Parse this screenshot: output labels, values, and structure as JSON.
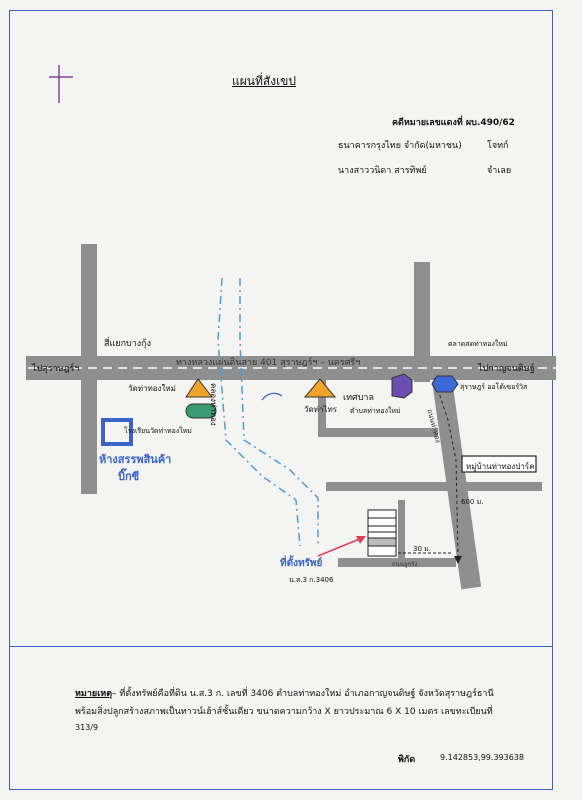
{
  "header": {
    "title": "แผนที่สังเขป",
    "case_number": "คดีหมายเลขแดงที่ ผบ.490/62",
    "bank": "ธนาคารกรุงไทย จำกัด(มหาชน)",
    "bank_role": "โจทก์",
    "person": "นางสาววนิดา สารทิพย์",
    "person_role": "จำเลย"
  },
  "map": {
    "left_road": "ไปสุราษฎร์ฯ",
    "main_road": "ทางหลวงแผ่นดินสาย 401 สุราษฎร์ฯ – นครศรีฯ",
    "right_road": "ไปกาญจนดิษฐ์",
    "intersection": "สี่แยกบางกุ้ง",
    "temple_1": "วัดท่าทองใหม่",
    "school": "โรงเรียนวัดท่าทองใหม่",
    "canal": "คลองท่าทอง",
    "temple_2": "วัดท่าไทร",
    "municipality": "เทศบาล",
    "subdistrict": "ตำบลท่าทองใหม่",
    "market": "ตลาดสดท่าทองใหม่",
    "hospital": "สุราษฎร์ ออโต้เซอร์วิส",
    "village": "หมู่บ้านท่าทองปาร์ค",
    "side_road": "ถนนท่าทอง",
    "dist_600": "600 ม.",
    "dist_30": "30 ม.",
    "lane": "ถนนลูกรัง",
    "mall": "ห้างสรรพสินค้า",
    "mall_name": "บิ๊กซี",
    "property": "ที่ตั้งทรัพย์",
    "deed": "น.ส.3 ก.3406"
  },
  "remark": {
    "label": "หมายเหตุ",
    "line1": "– ที่ตั้งทรัพย์คือที่ดิน น.ส.3 ก. เลขที่ 3406 ตำบลท่าทองใหม่ อำเภอกาญจนดิษฐ์ จังหวัดสุราษฎร์ธานี",
    "line2": "พร้อมสิ่งปลูกสร้างสภาพเป็นทาวน์เฮ้าส์ชั้นเดียว ขนาดความกว้าง X ยาวประมาณ 6 X 10 เมตร เลขทะเบียนที่",
    "line3": "313/9"
  },
  "coords": {
    "label": "พิกัด",
    "value": "9.142853,99.393638"
  },
  "colors": {
    "frame": "#3b63c9",
    "road": "#8f8f8f",
    "canal": "#4a9fe0",
    "temple": "#f0a52a",
    "marker": "#e04060"
  }
}
